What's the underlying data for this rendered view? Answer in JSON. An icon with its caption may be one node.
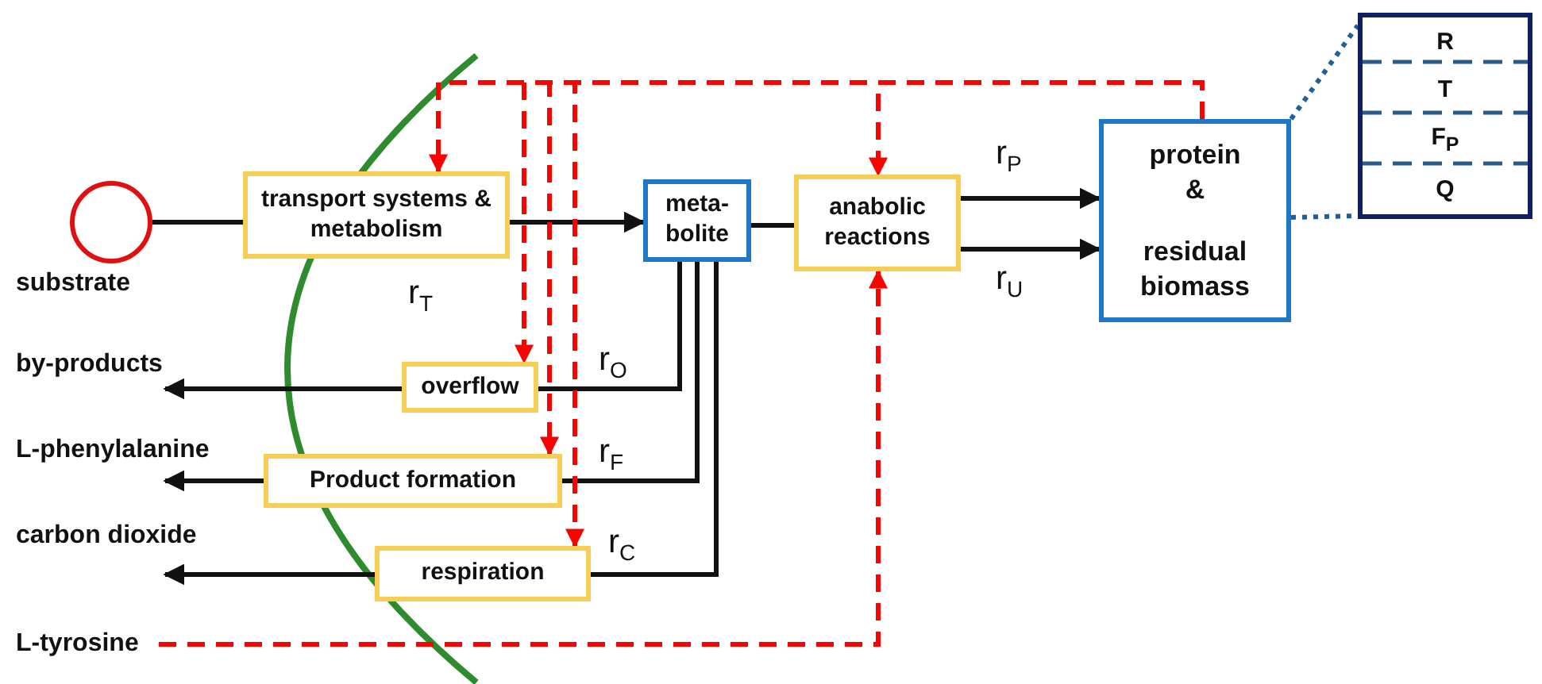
{
  "diagram": {
    "nodes": [
      {
        "text": [],
        "shape": "circle",
        "beside": [
          "substrate"
        ]
      },
      {
        "text": [
          "transport systems & metabolism"
        ]
      },
      {
        "text": [
          "meta- bolite"
        ]
      },
      {
        "text": [
          "anabolic reactions"
        ]
      },
      {
        "text": [
          "protein &",
          "residual biomass"
        ]
      },
      {
        "text": [
          "R",
          "T",
          "F$_{P}$",
          "Q"
        ]
      },
      {
        "text": [
          "overflow"
        ]
      },
      {
        "text": [
          "Product formation"
        ]
      },
      {
        "text": [
          "respiration"
        ]
      },
      {
        "text": [
          "by-products"
        ]
      },
      {
        "text": [
          "L-phenylalanine"
        ]
      },
      {
        "text": [
          "carbon dioxide"
        ]
      },
      {
        "text": [
          "L-tyrosine"
        ]
      }
    ],
    "edges": [
      {
        "from": 0,
        "to": 1,
        "arrow": "none"
      },
      {
        "from": 1,
        "to": 2,
        "arrow": "to"
      },
      {
        "from": 2,
        "to": 3,
        "arrow": "none"
      },
      {
        "from": 3,
        "to": 4,
        "arrow": "to",
        "label": "r$_{P}$"
      },
      {
        "from": 3,
        "to": 4,
        "arrow": "to",
        "label": "r$_{U}$"
      },
      {
        "from": 2,
        "to": 6,
        "arrow": "none",
        "label": "r$_{O}$"
      },
      {
        "from": 2,
        "to": 7,
        "arrow": "none",
        "label": "r$_{F}$"
      },
      {
        "from": 2,
        "to": 8,
        "arrow": "none",
        "label": "r$_{C}$"
      },
      {
        "from": 6,
        "to": 9,
        "arrow": "to"
      },
      {
        "from": 7,
        "to": 10,
        "arrow": "to"
      },
      {
        "from": 8,
        "to": 11,
        "arrow": "to"
      },
      {
        "from": 12,
        "to": 3,
        "arrow": "to",
        "style": "dashed",
        "color": "#ff0000"
      },
      {
        "from": 4,
        "to": 1,
        "arrow": "to",
        "style": "dashed",
        "color": "#ff0000"
      },
      {
        "from": 4,
        "to": 6,
        "arrow": "to",
        "style": "dashed",
        "color": "#ff0000"
      },
      {
        "from": 4,
        "to": 7,
        "arrow": "to",
        "style": "dashed",
        "color": "#ff0000"
      },
      {
        "from": 4,
        "to": 8,
        "arrow": "to",
        "style": "dashed",
        "color": "#ff0000"
      },
      {
        "from": 4,
        "to": 3,
        "arrow": "to",
        "style": "dashed",
        "color": "#ff0000"
      },
      {
        "from": 4,
        "to": 5,
        "arrow": "none",
        "style": "dashed",
        "color": "#1f5f9a"
      },
      {
        "from": 4,
        "to": 5,
        "arrow": "none",
        "style": "dashed",
        "color": "#1f5f9a"
      }
    ],
    "labels": [
      "r$_{T}$"
    ]
  }
}
